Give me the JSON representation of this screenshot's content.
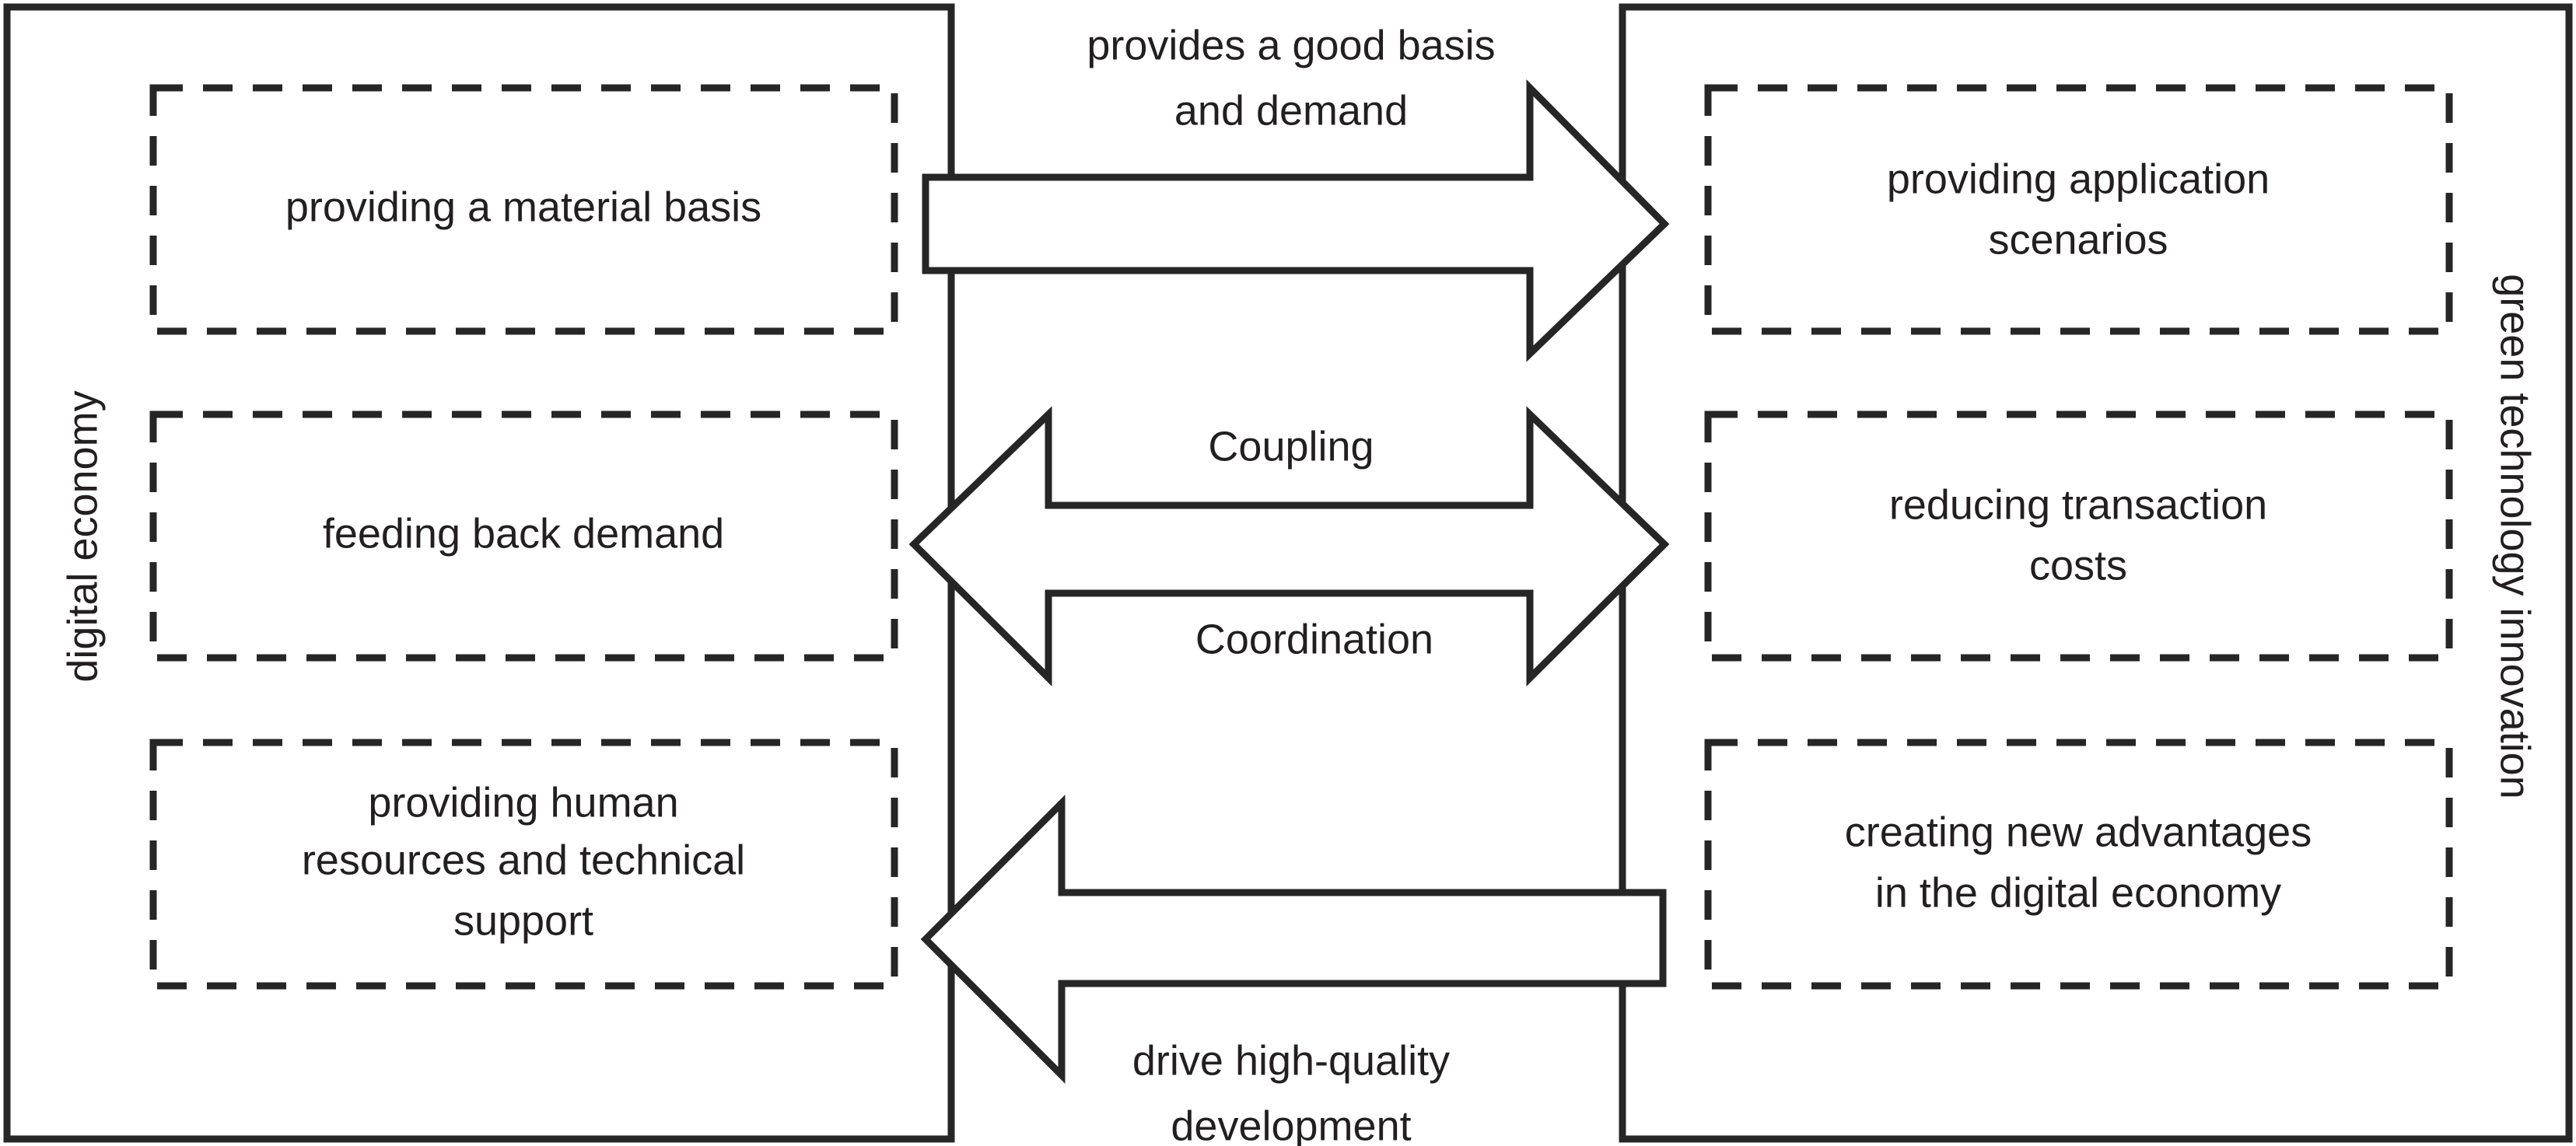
{
  "diagram": {
    "title": "digital economy and green technology innovation coupling diagram",
    "colors": {
      "stroke": "#262626",
      "text": "#231f20",
      "background": "#ffffff"
    },
    "left_panel": {
      "side_label": "digital economy",
      "boxes": [
        {
          "label": "providing a material basis",
          "lines": [
            "providing a material basis"
          ]
        },
        {
          "label": "feeding back demand",
          "lines": [
            "feeding back demand"
          ]
        },
        {
          "label": "providing human resources and technical support",
          "lines": [
            "providing human",
            "resources and technical",
            "support"
          ]
        }
      ]
    },
    "right_panel": {
      "side_label": "green technology innovation",
      "boxes": [
        {
          "label": "providing application scenarios",
          "lines": [
            "providing application",
            "scenarios"
          ]
        },
        {
          "label": "reducing transaction costs",
          "lines": [
            "reducing transaction",
            "costs"
          ]
        },
        {
          "label": "creating new advantages in the digital economy",
          "lines": [
            "creating new advantages",
            "in the digital economy"
          ]
        }
      ]
    },
    "arrows": [
      {
        "name": "top-arrow",
        "direction": "right",
        "label_lines": [
          "provides a good basis",
          "and demand"
        ],
        "label_position": "above"
      },
      {
        "name": "middle-arrow",
        "direction": "both",
        "label_above": "Coupling",
        "label_below": "Coordination"
      },
      {
        "name": "bottom-arrow",
        "direction": "left",
        "label_lines": [
          "drive high-quality",
          "development"
        ],
        "label_position": "below"
      }
    ]
  }
}
